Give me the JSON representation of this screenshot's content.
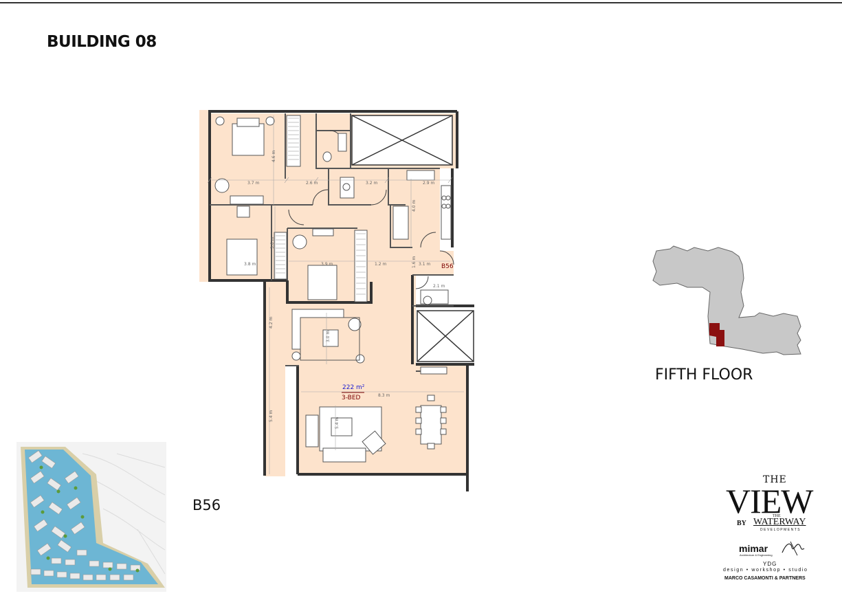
{
  "header": {
    "building": "BUILDING 08"
  },
  "plan": {
    "unit_tag": "B56",
    "area": "222 m²",
    "bedrooms": "3-BED",
    "dimensions": [
      "4.6 m",
      "3.7 m",
      "2.6 m",
      "3.2 m",
      "2.9 m",
      "4.0 m",
      "3.6 m",
      "3.8 m",
      "3.9 m",
      "1.2 m",
      "1.6 m",
      "3.1 m",
      "2.1 m",
      "4.2 m",
      "3.0 m",
      "8.3 m",
      "5.4 m",
      "5.4 m"
    ]
  },
  "floor_label": "FIFTH FLOOR",
  "unit_label": "B56",
  "logo": {
    "the": "THE",
    "view": "VIEW",
    "by": "BY",
    "the_small": "THE",
    "waterway": "WATERWAY",
    "developments": "DEVELOPMENTS",
    "mimar": "mimar",
    "mimar_sub": "Architecture & Engineering",
    "ydg": "YDG",
    "studio": "design • workshop • studio",
    "marco": "MARCO CASAMONTI & PARTNERS"
  },
  "colors": {
    "floor_fill": "#fde3cc",
    "wall": "#333333",
    "key_highlight": "#8b1010",
    "key_building": "#c8c8c8"
  }
}
